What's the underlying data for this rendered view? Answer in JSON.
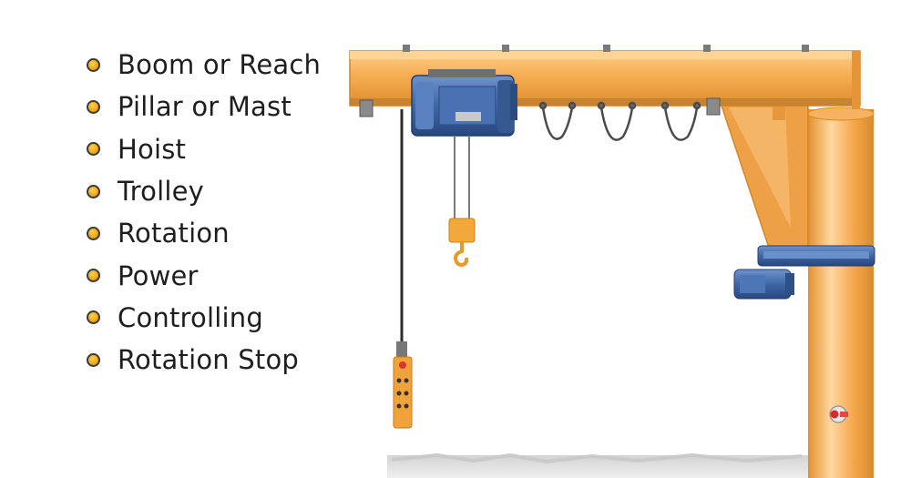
{
  "features": [
    {
      "label": "Boom or Reach",
      "icon": "bullet-dot-icon"
    },
    {
      "label": "Pillar or Mast",
      "icon": "bullet-dot-icon"
    },
    {
      "label": "Hoist",
      "icon": "bullet-dot-icon"
    },
    {
      "label": "Trolley",
      "icon": "bullet-dot-icon"
    },
    {
      "label": "Rotation",
      "icon": "bullet-dot-icon"
    },
    {
      "label": "Power",
      "icon": "bullet-dot-icon"
    },
    {
      "label": "Controlling",
      "icon": "bullet-dot-icon"
    },
    {
      "label": "Rotation Stop",
      "icon": "bullet-dot-icon"
    }
  ],
  "colors": {
    "crane_orange": "#f4a64a",
    "crane_orange_dark": "#d98a2b",
    "motor_blue": "#3f67a6",
    "bullet_yellow": "#f3a712"
  }
}
